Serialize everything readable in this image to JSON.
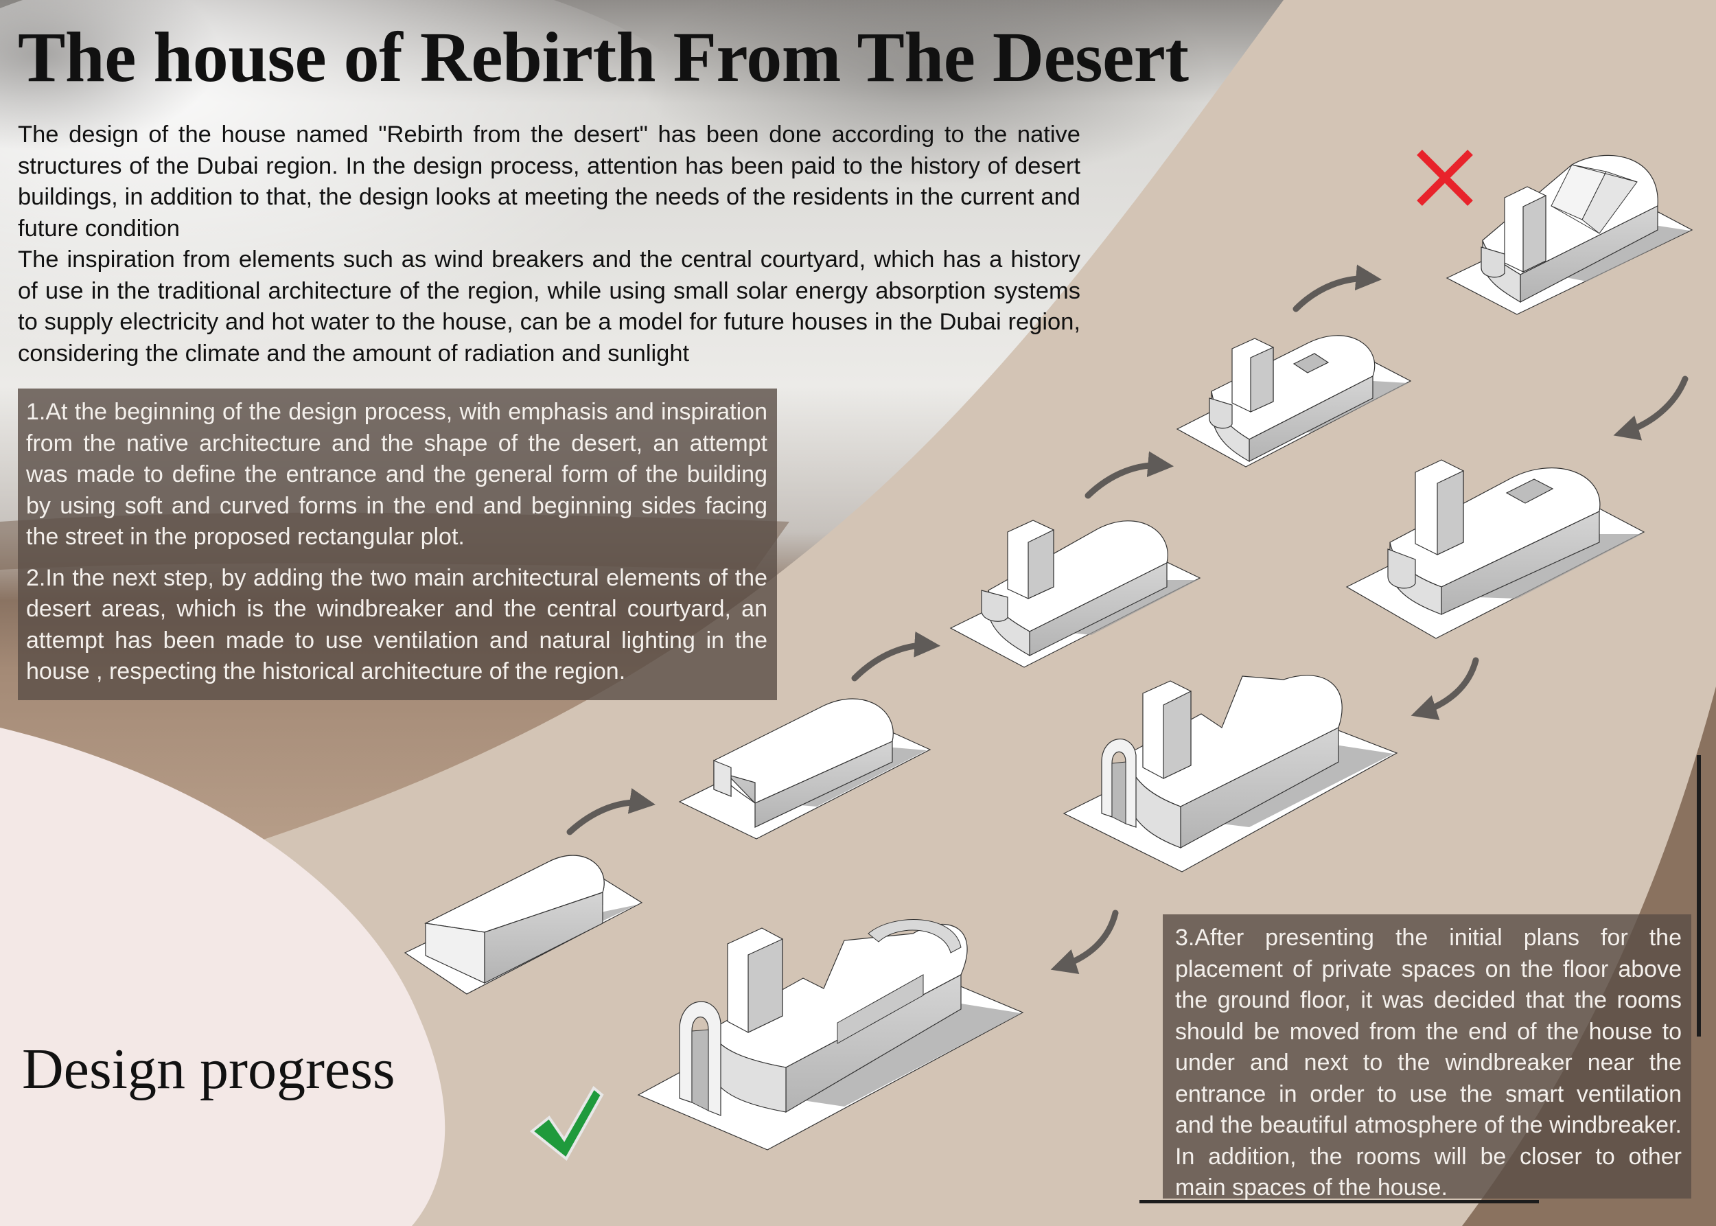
{
  "title": "The house of Rebirth From The Desert",
  "intro": {
    "paragraph_1": "The design of the house named \"Rebirth from the desert\" has been done according to the native structures of the Dubai region. In the design process, attention has been paid to the history of desert buildings, in addition to that, the design looks at meeting the needs of the residents in the current and future condition",
    "paragraph_2": "The inspiration from elements such as wind breakers and the central courtyard, which has a history of use in the traditional architecture of the region, while using small solar energy absorption systems to supply electricity and hot water to the house, can be a model for future houses in the Dubai region, considering the climate and the amount of radiation and sunlight"
  },
  "steps": {
    "step_1": "1.At the beginning of the design process, with emphasis and inspiration from the native architecture and the shape of the desert, an attempt was made to define the entrance and the general form of the building by using soft and curved forms in the end and beginning sides facing the street in the proposed rectangular plot.",
    "step_2": "2.In the next step, by adding the two main architectural elements of the desert areas, which is the windbreaker and the central courtyard, an attempt has been made to use ventilation and natural lighting in the house , respecting the historical architecture of the region.",
    "step_3": "3.After presenting the initial plans for the placement of private spaces on the floor above the ground floor, it was decided that the rooms should be moved from the end of the house to under and next to the windbreaker near the entrance in order to use the smart ventilation and the beautiful atmosphere of the windbreaker. In addition, the rooms will be closer to other main spaces of the house."
  },
  "section_label": "Design progress",
  "markers": {
    "rejected_icon": "red-cross-icon",
    "approved_icon": "green-check-icon",
    "reject_color": "#e8232b",
    "approve_color": "#1f9a3c"
  },
  "diagram": {
    "stages": [
      "base-volume",
      "entrance-curve",
      "windbreaker-added",
      "courtyard-added",
      "rejected-upper-floor",
      "revised-courtyard",
      "arched-entrance",
      "final-design"
    ]
  },
  "colors": {
    "sand_band": "#d3c4b5",
    "pink_corner": "#f3e8e6",
    "text_box": "#5a4e46",
    "arrow": "#5f5b58",
    "model_face": "#ffffff",
    "model_shade": "#bdbdbd"
  }
}
